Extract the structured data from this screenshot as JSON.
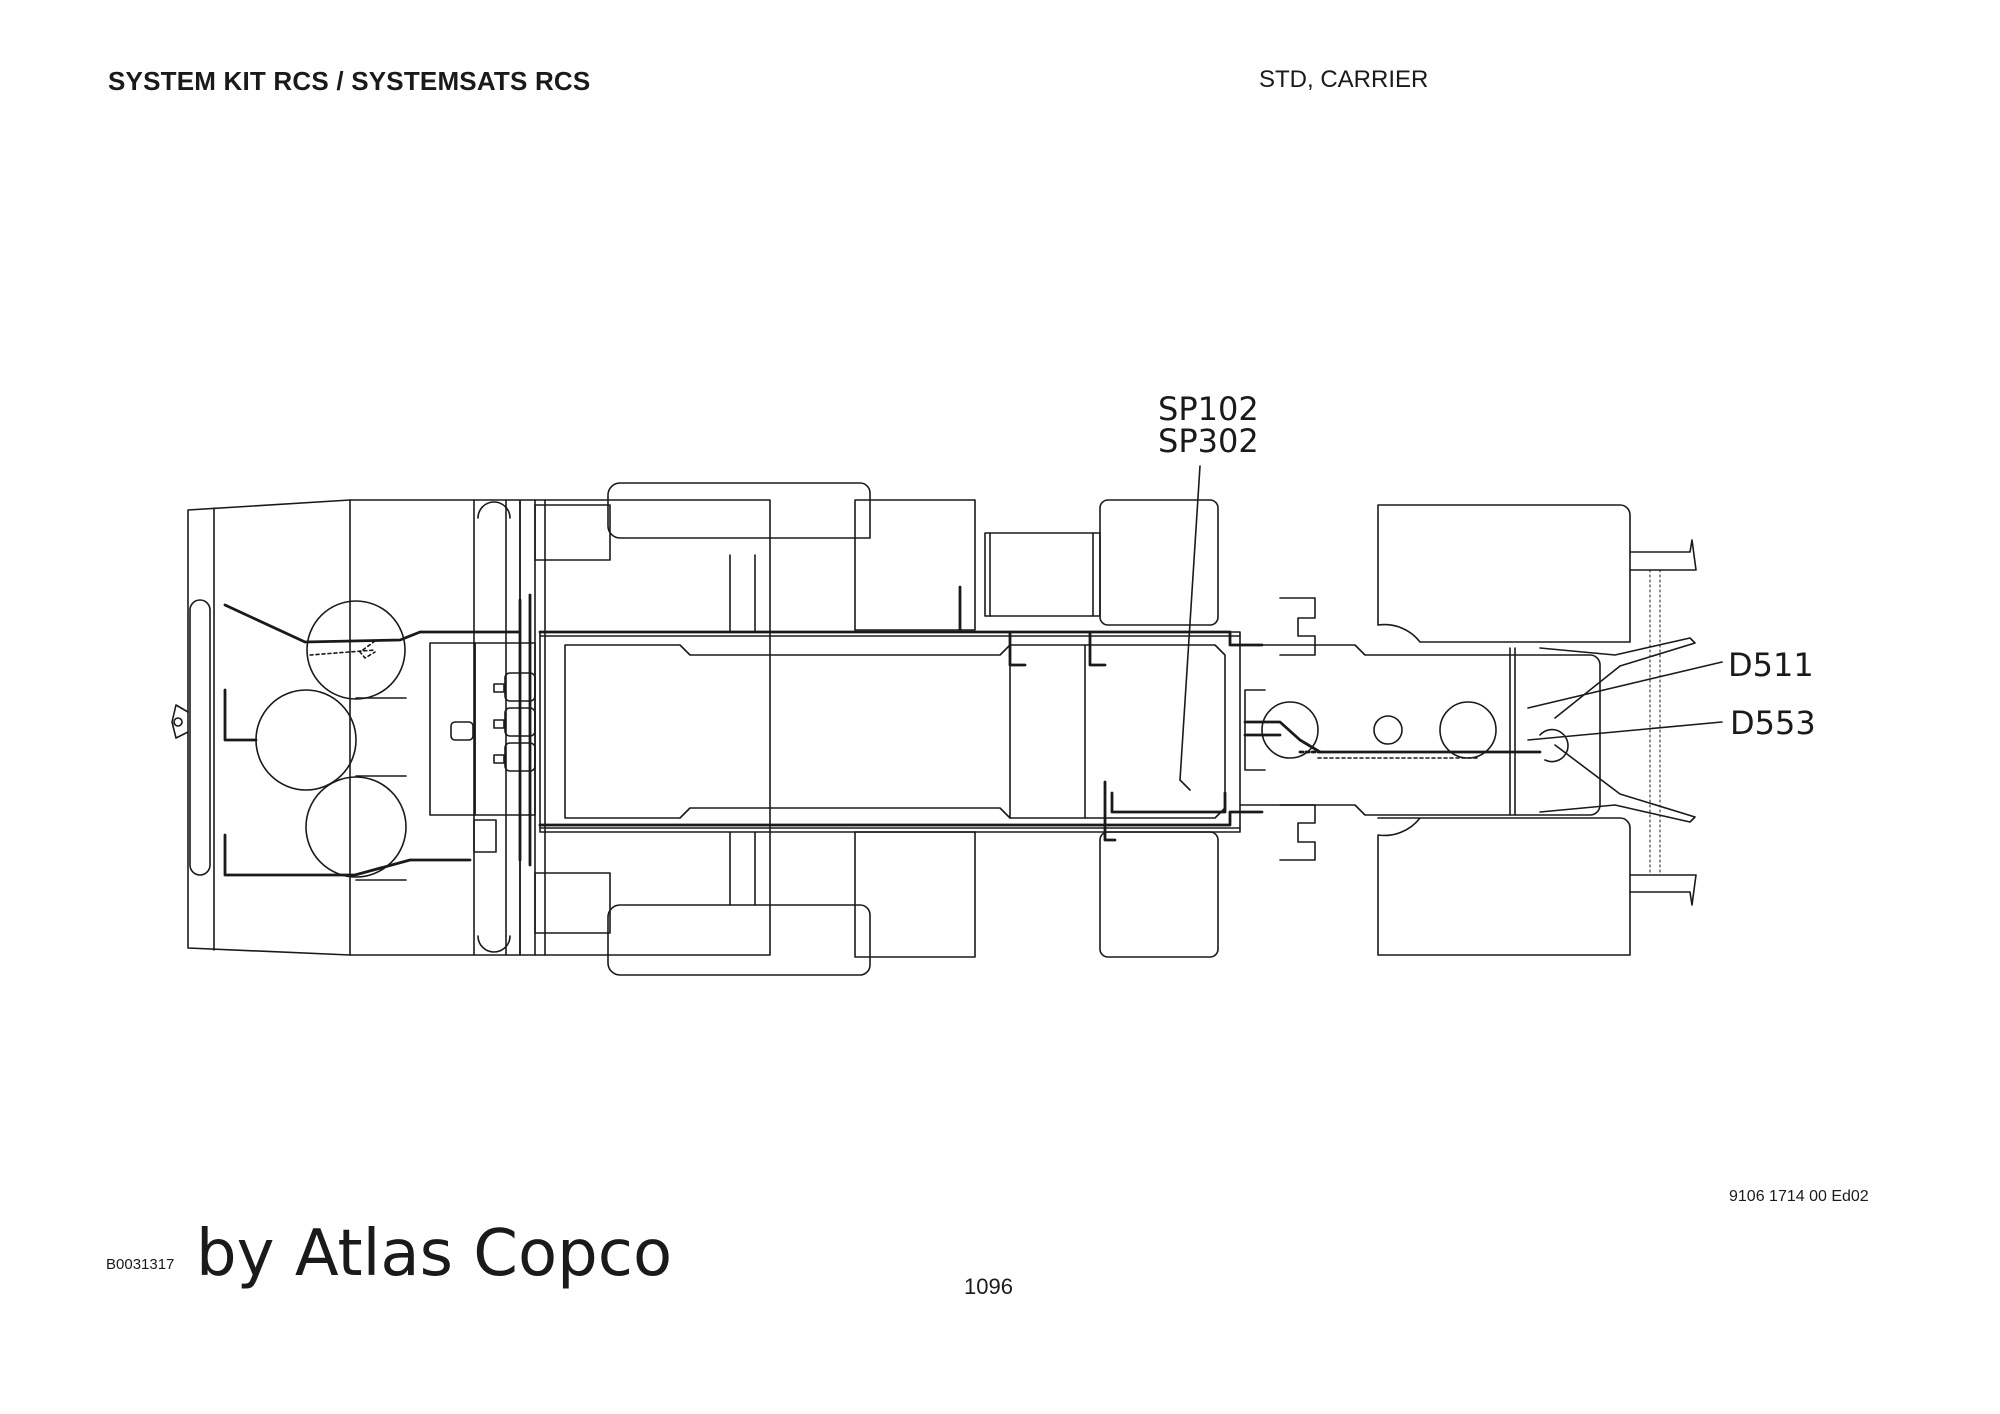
{
  "header": {
    "title": "SYSTEM KIT RCS / SYSTEMSATS RCS",
    "variant": "STD, CARRIER"
  },
  "diagram": {
    "callouts": [
      "SP102",
      "SP302",
      "D511",
      "D553"
    ]
  },
  "footer": {
    "doc_number": "9106 1714 00 Ed02",
    "ref_code": "B0031317",
    "brand": "by Atlas Copco",
    "page_number": "1096"
  },
  "colors": {
    "line": "#1a1a1a",
    "paper": "#ffffff"
  }
}
